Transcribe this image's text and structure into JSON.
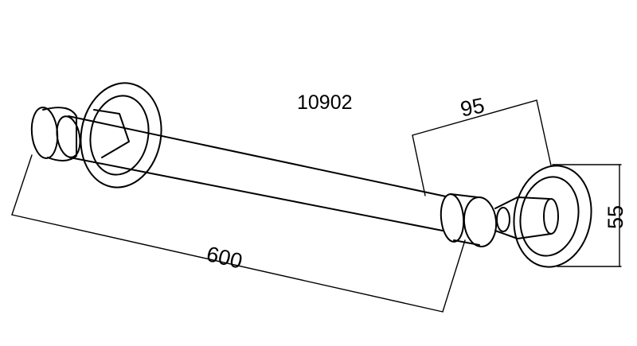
{
  "drawing": {
    "model_number": "10902",
    "dimensions": {
      "overall_length": "600",
      "projection": "95",
      "base_height": "55"
    },
    "line_color": "#000000",
    "background_color": "#ffffff"
  }
}
